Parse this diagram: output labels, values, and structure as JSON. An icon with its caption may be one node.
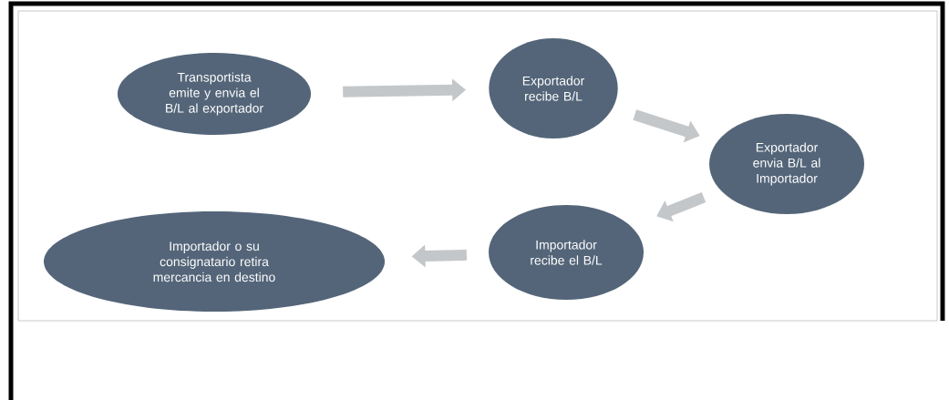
{
  "diagram": {
    "nodes": [
      {
        "text": [
          "Transportista emite y envia el B/L al exportador"
        ]
      },
      {
        "text": [
          "Exportador recibe B/L"
        ]
      },
      {
        "text": [
          "Exportador envia B/L al Importador"
        ]
      },
      {
        "text": [
          "Importador recibe el B/L"
        ]
      },
      {
        "text": [
          "Importador o su consignatario retira mercancia en destino"
        ]
      }
    ],
    "edges": [
      {
        "from": 0,
        "to": 1,
        "arrow": "to"
      },
      {
        "from": 1,
        "to": 2,
        "arrow": "to"
      },
      {
        "from": 2,
        "to": 3,
        "arrow": "to"
      },
      {
        "from": 3,
        "to": 4,
        "arrow": "to"
      }
    ]
  }
}
